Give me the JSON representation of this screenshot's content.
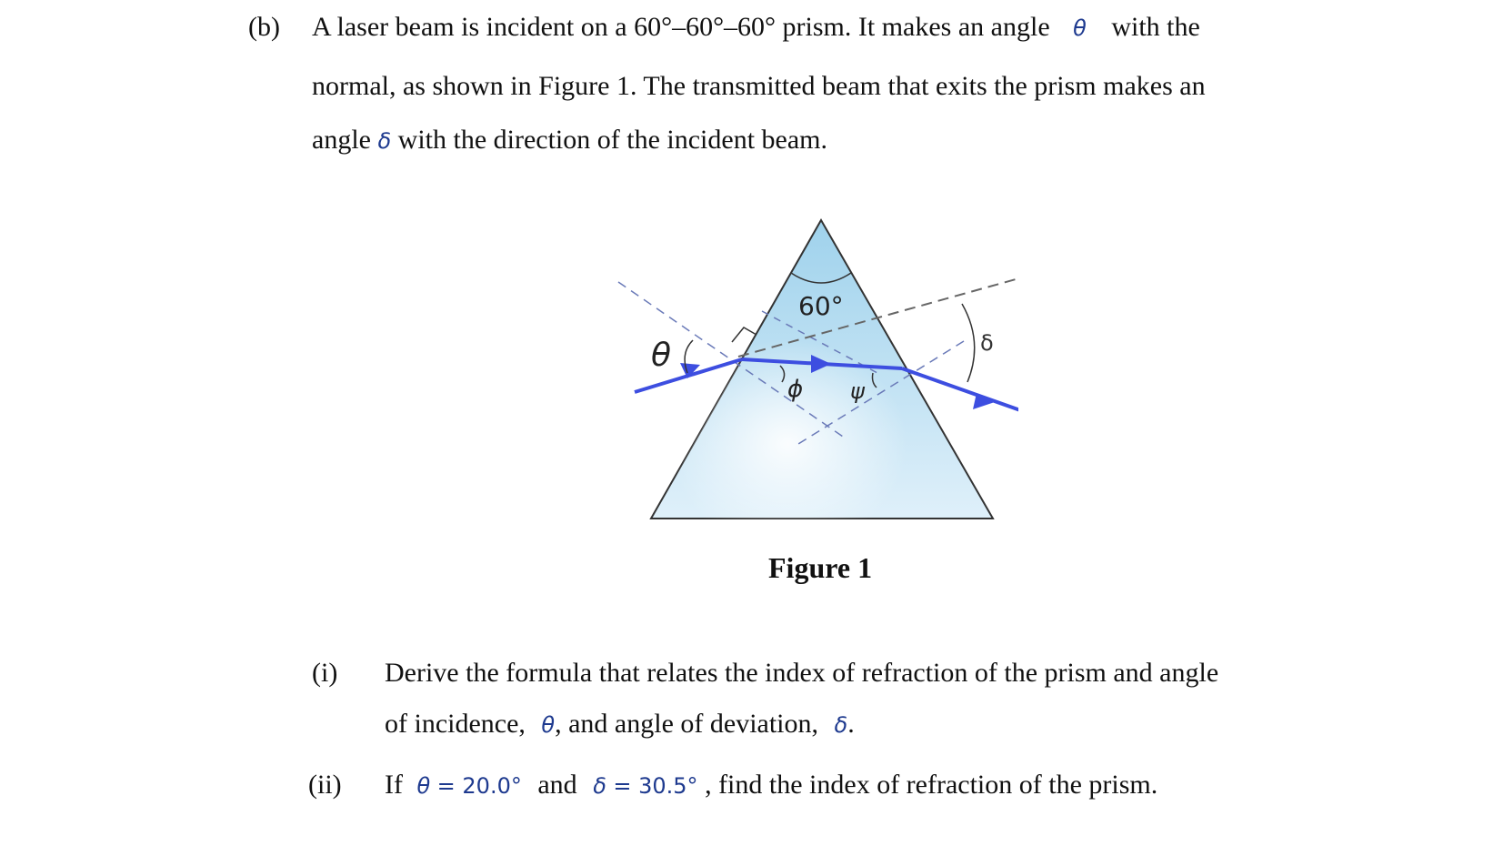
{
  "question": {
    "part_label": "(b)",
    "intro_l1_a": "A laser beam is incident on a 60°–60°–60° prism. It makes an angle",
    "theta_symbol": "θ",
    "intro_l1_b": "with the",
    "intro_l2": "normal, as shown in Figure 1.  The transmitted beam that exits the prism makes an",
    "intro_l3_a": "angle",
    "delta_symbol": "δ",
    "intro_l3_b": "with the direction of the incident beam."
  },
  "figure": {
    "caption": "Figure 1",
    "apex_angle_label": "60°",
    "theta_label": "θ",
    "delta_label": "δ",
    "phi_label": "ϕ",
    "psi_label": "ψ",
    "beam_color": "#3d4ee0",
    "prism_fill_top": "#9fd2ec",
    "prism_fill_bottom": "#dff0fa"
  },
  "subparts": [
    {
      "label": "(i)",
      "l1": "Derive the formula that relates the index of refraction of the prism and angle",
      "l2_a": "of incidence,",
      "l2_theta": "θ",
      "l2_b": ",  and angle of deviation,",
      "l2_delta": "δ",
      "l2_c": "."
    },
    {
      "label": "(ii)",
      "a": "If",
      "theta": "θ",
      "eq1": "= 20.0°",
      "and": "and",
      "delta": "δ",
      "eq2": "= 30.5°",
      "b": ", find the index of refraction of the prism."
    }
  ]
}
